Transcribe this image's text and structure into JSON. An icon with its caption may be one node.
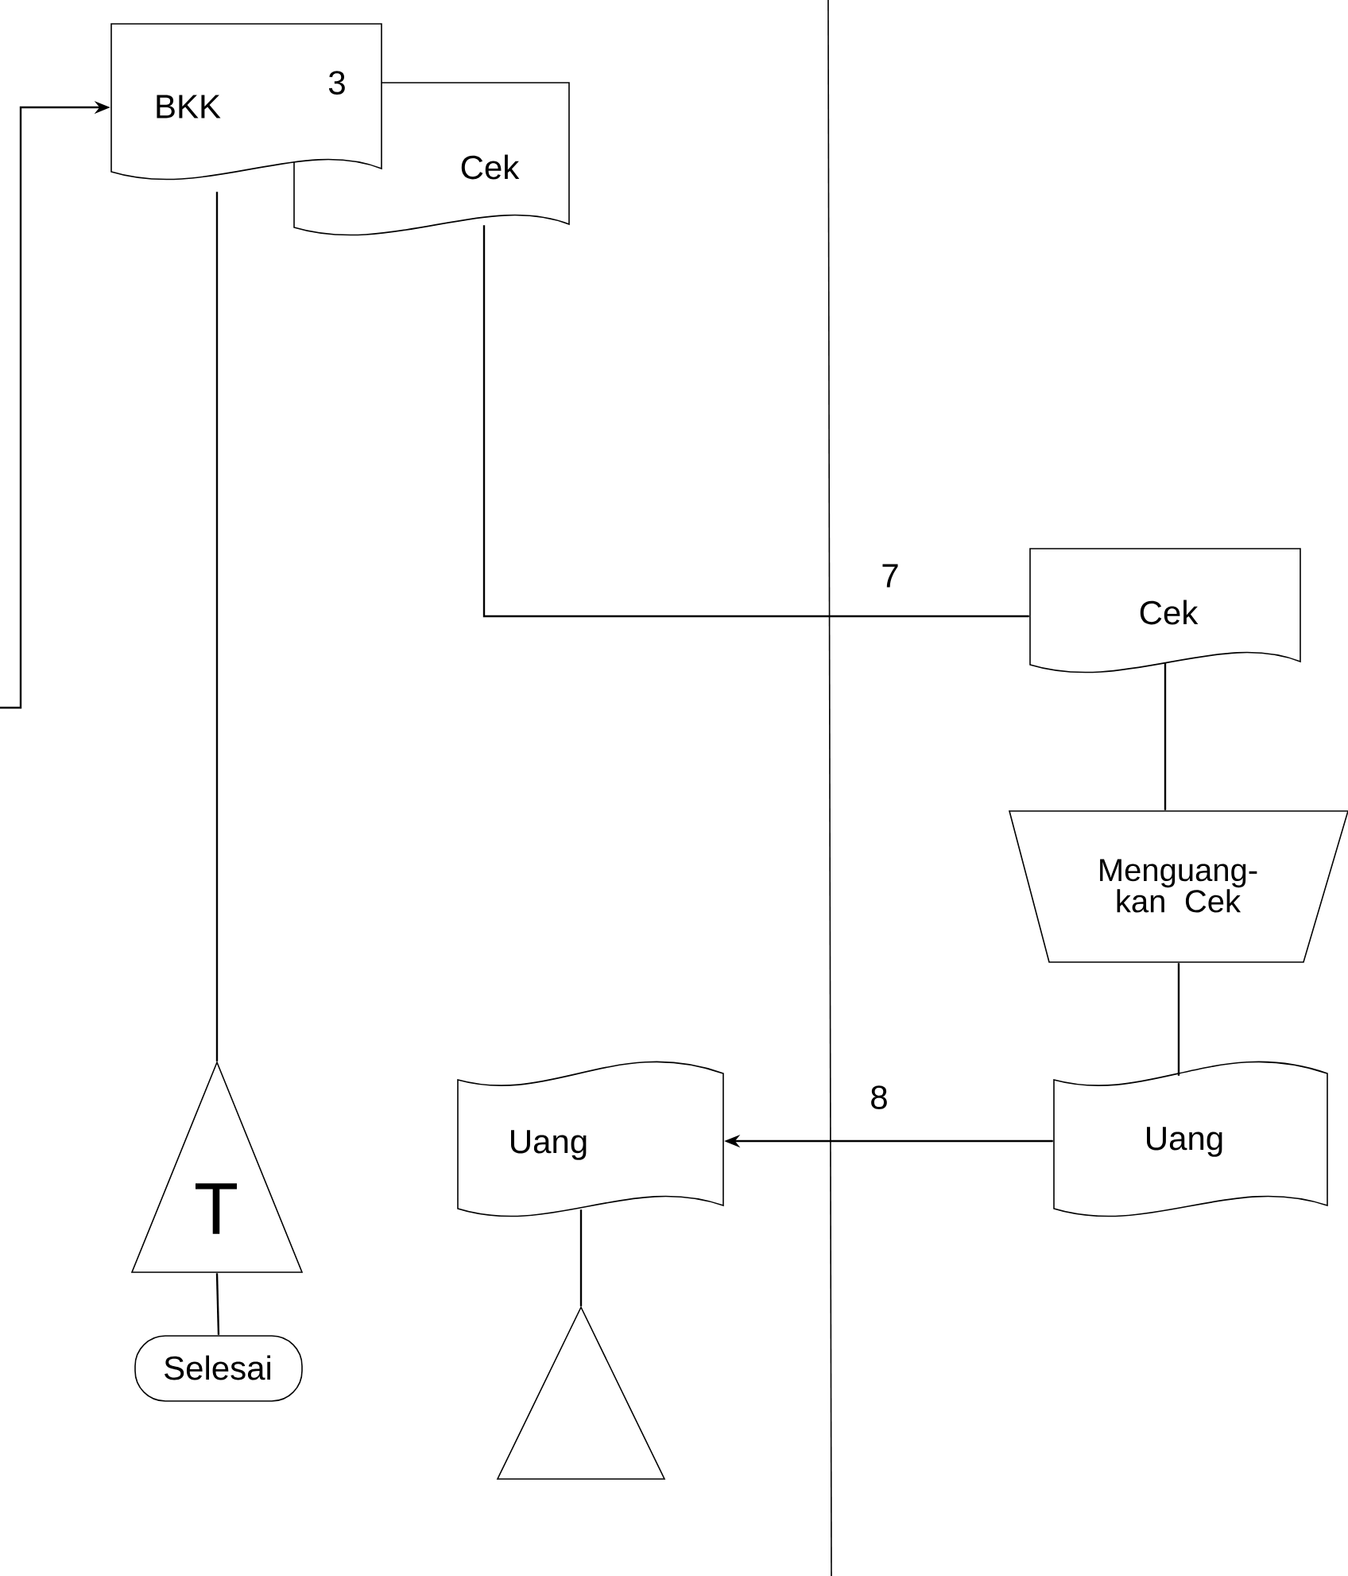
{
  "diagram": {
    "nodes": [
      {
        "text": [
          "BKK",
          "3"
        ]
      },
      {
        "text": [
          "Cek"
        ]
      },
      {
        "text": [
          "T"
        ]
      },
      {
        "text": [
          "Selesai"
        ]
      },
      {
        "text": [
          "Cek"
        ]
      },
      {
        "text": [
          "Menguang- kan Cek"
        ]
      },
      {
        "text": [
          "Uang"
        ]
      },
      {
        "text": [
          "Uang"
        ]
      },
      {
        "text": [],
        "shape": "triangle"
      }
    ],
    "edges": [
      {
        "from": null,
        "to": 0,
        "arrow": "to"
      },
      {
        "from": 0,
        "to": 2,
        "arrow": "none"
      },
      {
        "from": 2,
        "to": 3,
        "arrow": "none"
      },
      {
        "from": 1,
        "to": 4,
        "arrow": "none",
        "label": "7"
      },
      {
        "from": 4,
        "to": 5,
        "arrow": "none"
      },
      {
        "from": 5,
        "to": 6,
        "arrow": "none"
      },
      {
        "from": 6,
        "to": 7,
        "arrow": "to",
        "label": "8"
      },
      {
        "from": 7,
        "to": 8,
        "arrow": "none"
      }
    ]
  }
}
